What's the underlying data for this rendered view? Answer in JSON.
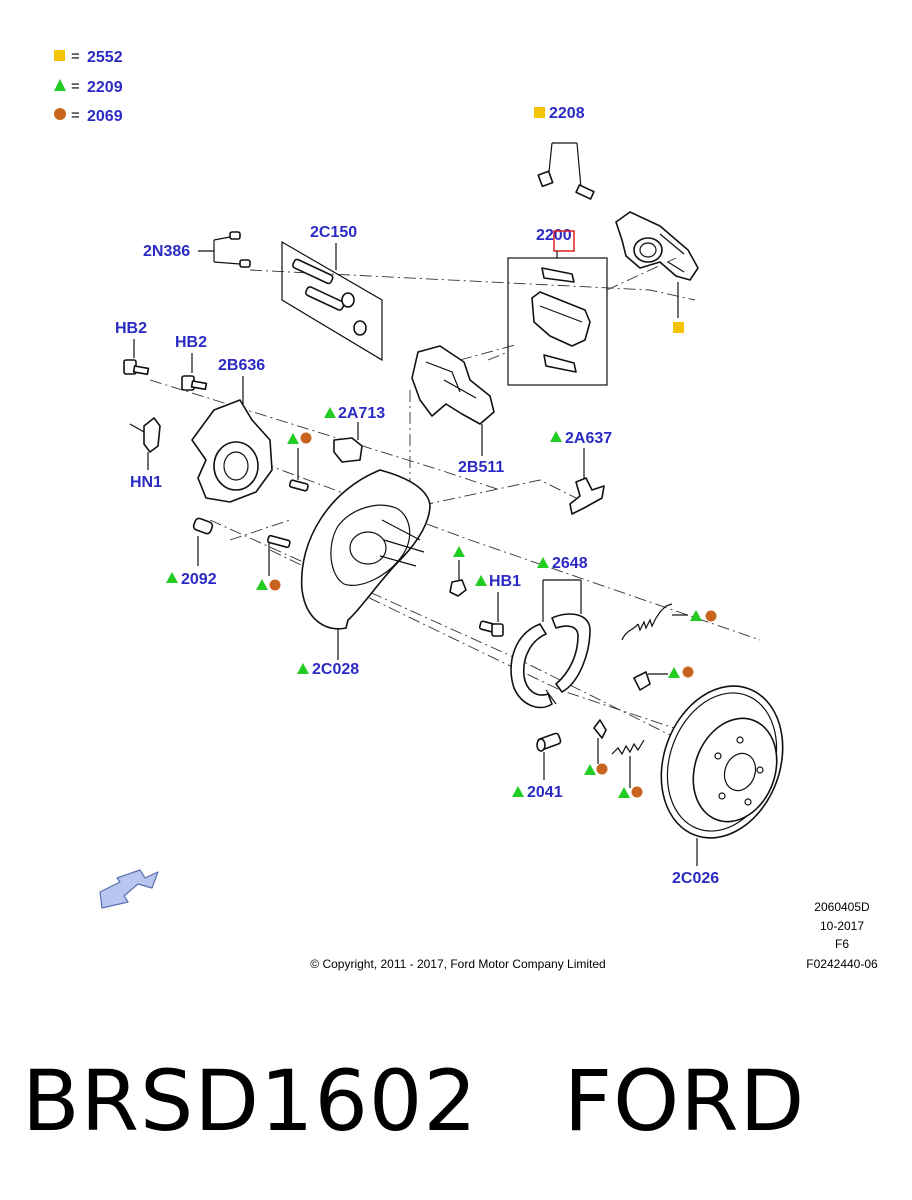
{
  "legend": [
    {
      "symbol": "square",
      "sep": "=",
      "code": "2552"
    },
    {
      "symbol": "triangle",
      "sep": "=",
      "code": "2209"
    },
    {
      "symbol": "circle",
      "sep": "=",
      "code": "2069"
    }
  ],
  "colors": {
    "square": "#f5c400",
    "triangle": "#22cc22",
    "circle": "#c8641e",
    "label": "#2b2bc4",
    "highlight": "#e02020"
  },
  "labels": {
    "p2208": "2208",
    "p2c150": "2C150",
    "p2n386": "2N386",
    "p2200": "2200",
    "hb2a": "HB2",
    "hb2b": "HB2",
    "p2b636": "2B636",
    "p2a713": "2A713",
    "hn1": "HN1",
    "p2b511": "2B511",
    "p2a637": "2A637",
    "p2092": "2092",
    "hb1": "HB1",
    "p2648": "2648",
    "p2c028": "2C028",
    "p2041": "2041",
    "p2c026": "2C026"
  },
  "meta": {
    "code1": "2060405D",
    "date": "10-2017",
    "sheet": "F6",
    "ref": "F0242440-06",
    "copyright": "© Copyright, 2011 - 2017, Ford Motor Company Limited"
  },
  "caption": {
    "part": "BRSD1602",
    "brand": "FORD"
  }
}
